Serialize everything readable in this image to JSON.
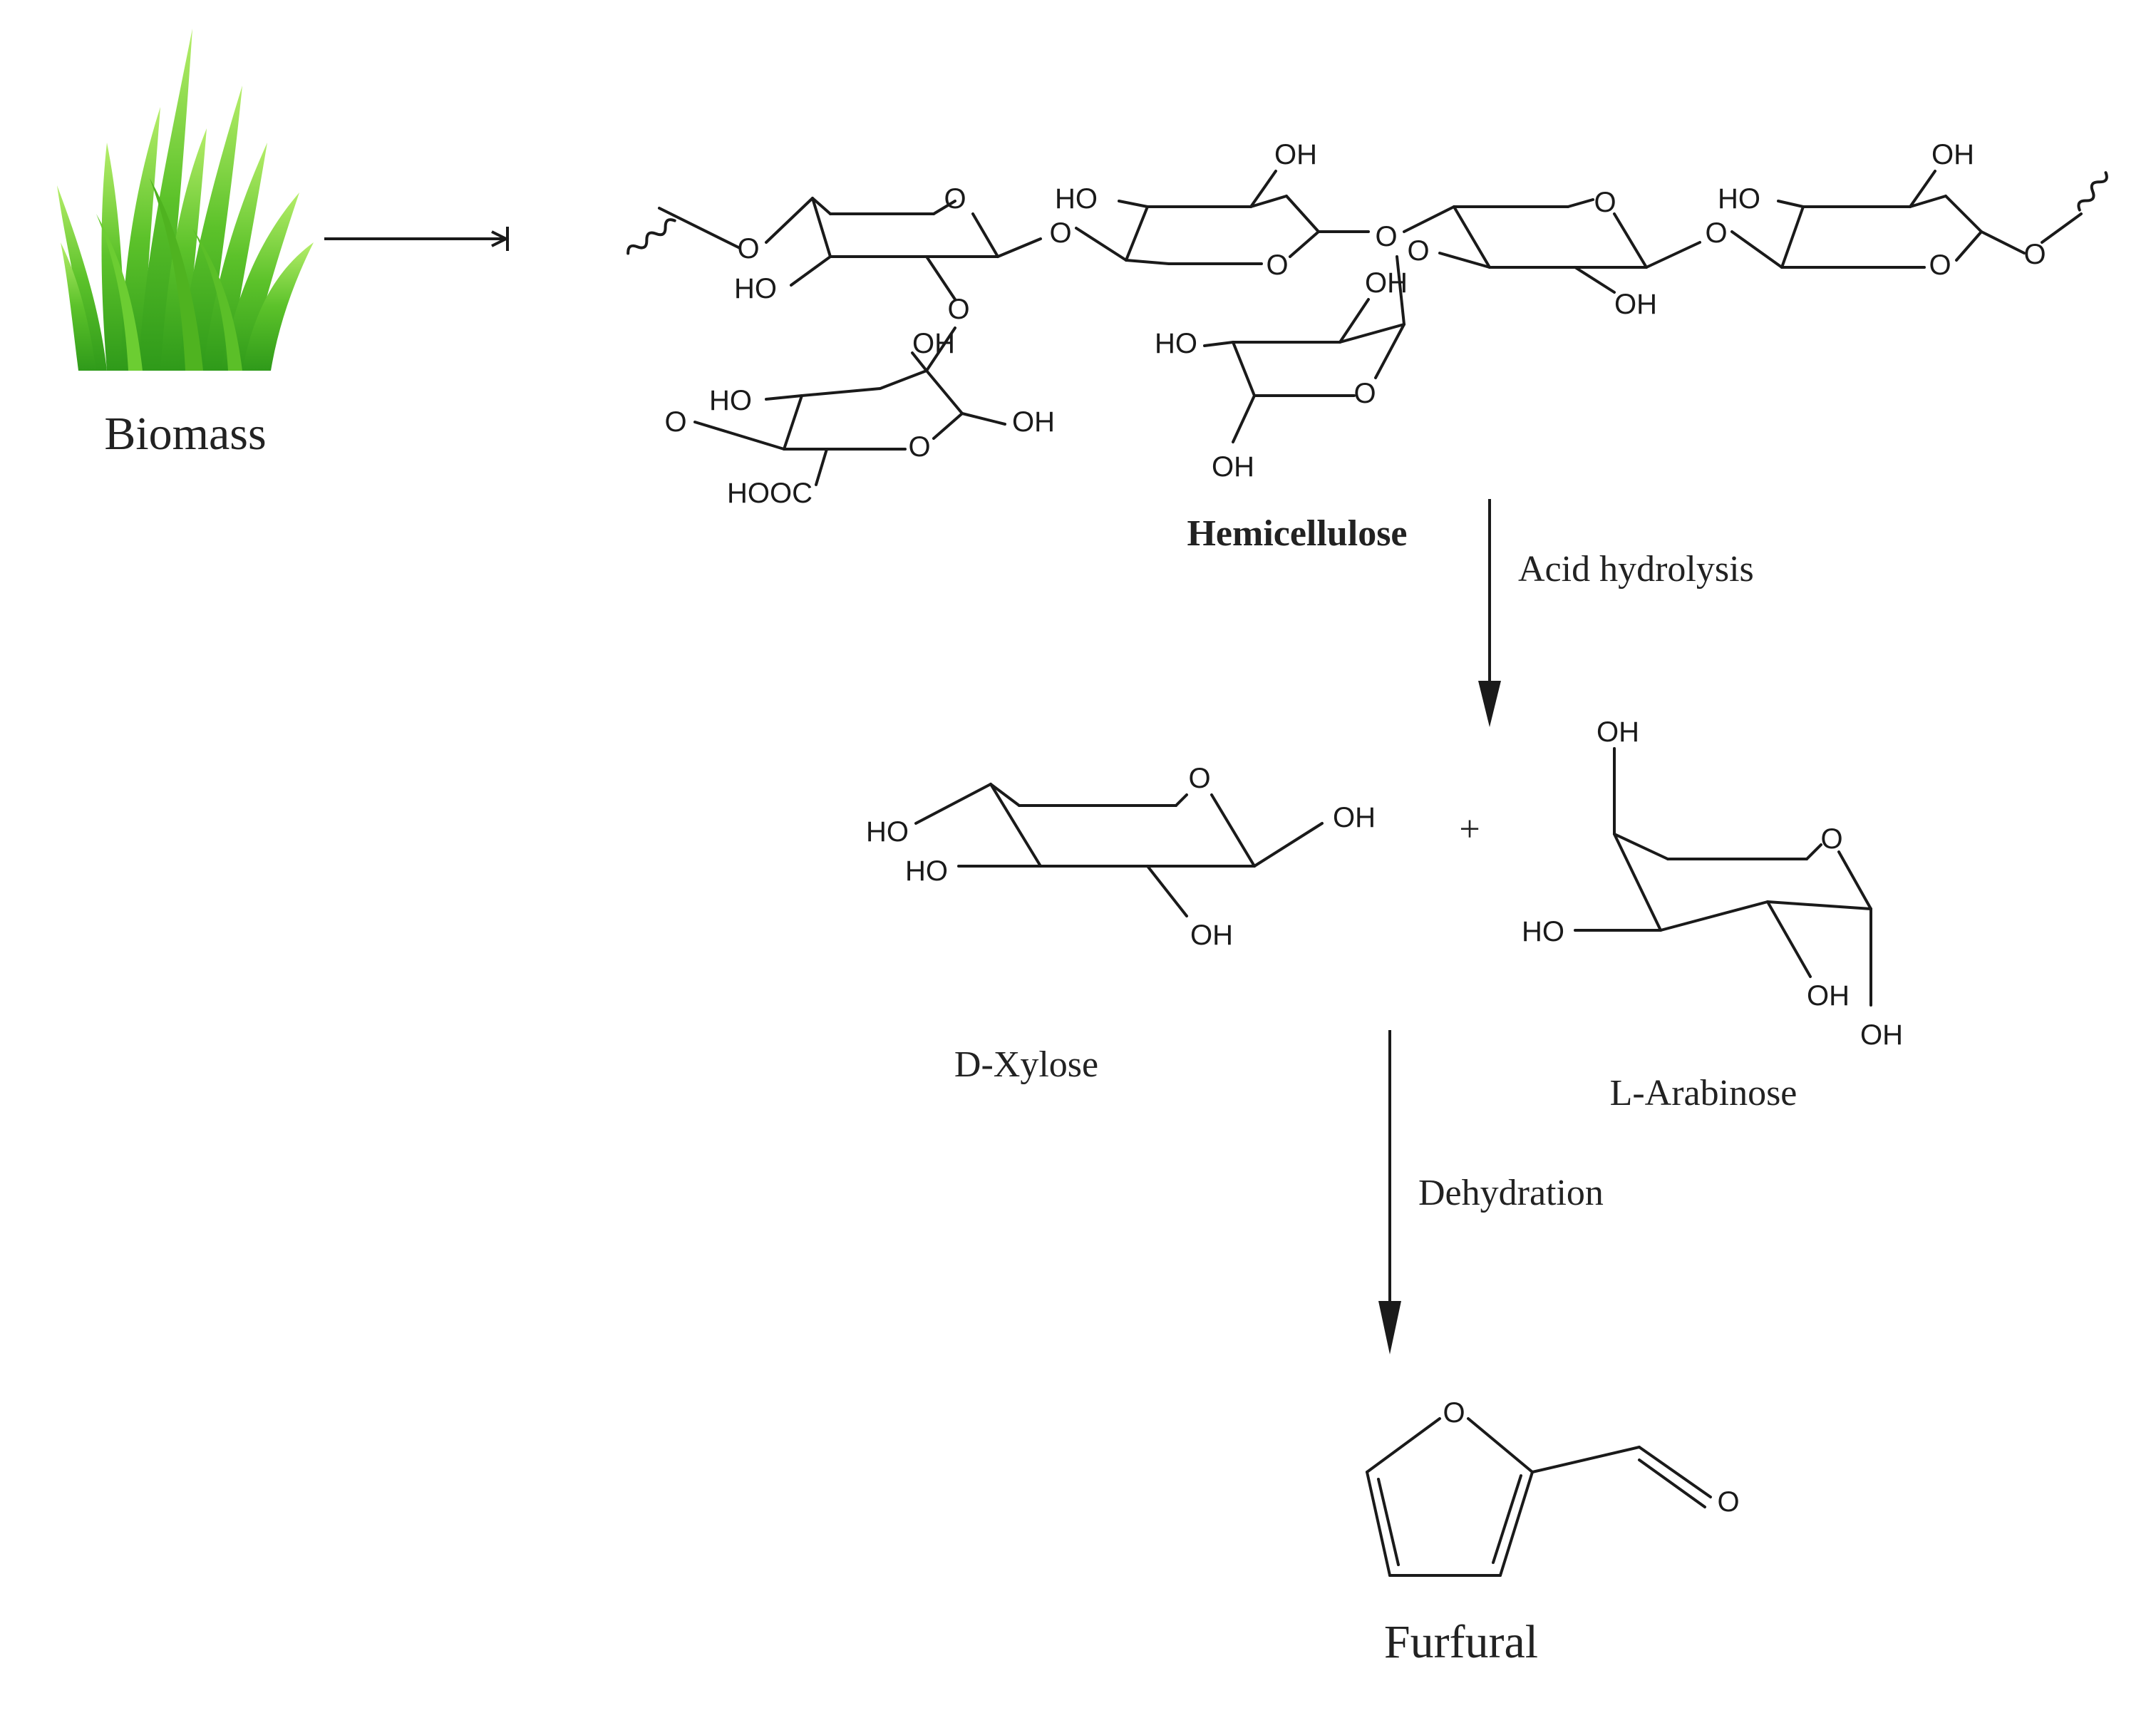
{
  "labels": {
    "biomass": "Biomass",
    "hemicellulose": "Hemicellulose",
    "acid_hydrolysis": "Acid hydrolysis",
    "plus": "+",
    "d_xylose": "D-Xylose",
    "l_arabinose": "L-Arabinose",
    "dehydration": "Dehydration",
    "furfural": "Furfural"
  },
  "atoms": {
    "O": "O",
    "OH": "OH",
    "HO": "HO",
    "HOOC": "HOOC"
  },
  "colors": {
    "grass_light": "#9be05a",
    "grass_mid": "#5cc22a",
    "grass_dark": "#2f9a1a",
    "ink": "#1a1a1a"
  }
}
